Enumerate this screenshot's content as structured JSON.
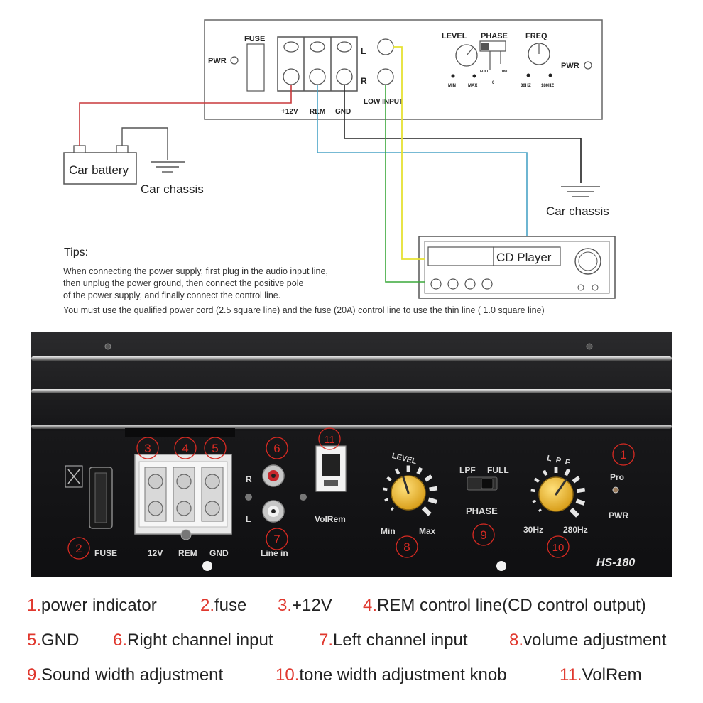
{
  "wiring": {
    "fuse_label": "FUSE",
    "pwr_label": "PWR",
    "channel_l": "L",
    "channel_r": "R",
    "level_label": "LEVEL",
    "phase_label": "PHASE",
    "freq_label": "FREQ",
    "phase_full": "FULL",
    "phase_180": "180",
    "phase_0": "0",
    "level_min": "MIN",
    "level_max": "MAX",
    "freq_low": "30HZ",
    "freq_high": "180HZ",
    "term_12v": "+12V",
    "term_rem": "REM",
    "term_gnd": "GND",
    "low_input": "LOW INPUT",
    "car_battery": "Car battery",
    "car_chassis_left": "Car chassis",
    "car_chassis_right": "Car chassis",
    "cd_player": "CD Player",
    "wire_colors": {
      "power": "#c8393b",
      "rem": "#4aa3c6",
      "gnd": "#222222",
      "left": "#e6e233",
      "right": "#3aa83a"
    }
  },
  "tips": {
    "title": "Tips:",
    "lines": [
      "When connecting the power supply, first plug in the audio input line,",
      " then unplug the power ground, then connect the positive pole",
      " of the power supply, and finally connect the control line.",
      "You must use the qualified power cord (2.5 square line) and the fuse (20A) control line to use the thin line ( 1.0 square line)"
    ]
  },
  "panel": {
    "fuse": "FUSE",
    "t_12v": "12V",
    "t_rem": "REM",
    "t_gnd": "GND",
    "line_in": "Line in",
    "ch_r": "R",
    "ch_l": "L",
    "volrem": "VolRem",
    "level": "LEVEL",
    "min": "Min",
    "max": "Max",
    "lpf": "LPF",
    "full": "FULL",
    "phase": "PHASE",
    "lpf_arc": "LPF",
    "hz_low": "30Hz",
    "hz_high": "280Hz",
    "pro": "Pro",
    "pwr": "PWR",
    "model": "HS-180",
    "callouts": [
      "1",
      "2",
      "3",
      "4",
      "5",
      "6",
      "7",
      "8",
      "9",
      "10",
      "11"
    ]
  },
  "legend": [
    {
      "num": "1.",
      "text": "power indicator"
    },
    {
      "num": "2.",
      "text": "fuse"
    },
    {
      "num": "3.",
      "text": "+12V"
    },
    {
      "num": "4.",
      "text": "REM control line(CD control output)"
    },
    {
      "num": "5.",
      "text": "GND"
    },
    {
      "num": "6.",
      "text": "Right channel input"
    },
    {
      "num": "7.",
      "text": "Left channel input"
    },
    {
      "num": "8.",
      "text": "volume adjustment"
    },
    {
      "num": "9.",
      "text": "Sound width adjustment"
    },
    {
      "num": "10.",
      "text": "tone width adjustment knob"
    },
    {
      "num": "11.",
      "text": "VolRem"
    }
  ]
}
